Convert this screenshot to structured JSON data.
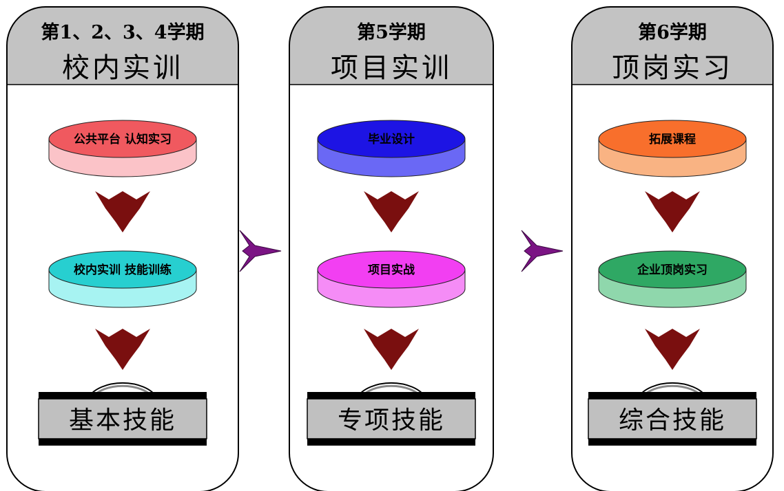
{
  "columns": [
    {
      "semester": "第1、2、3、4学期",
      "title": "校内实训",
      "stages": [
        {
          "label": "公共平台  认知实习",
          "top": "#f0595f",
          "side": "#fbc3c8"
        },
        {
          "label": "校内实训  技能训练",
          "top": "#27cfd0",
          "side": "#a7f3f2"
        }
      ],
      "skill": "基本技能"
    },
    {
      "semester": "第5学期",
      "title": "项目实训",
      "stages": [
        {
          "label": "毕业设计",
          "top": "#1d14e4",
          "side": "#6a68f5"
        },
        {
          "label": "项目实战",
          "top": "#f23ff2",
          "side": "#f58cf6"
        }
      ],
      "skill": "专项技能"
    },
    {
      "semester": "第6学期",
      "title": "顶岗实习",
      "stages": [
        {
          "label": "拓展课程",
          "top": "#f86f2c",
          "side": "#f9b383"
        },
        {
          "label": "企业顶岗实习",
          "top": "#2fa864",
          "side": "#8fd7ac"
        }
      ],
      "skill": "综合技能"
    }
  ],
  "colors": {
    "header_fill": "#c3c3c3",
    "down_arrow": "#7a0f0f",
    "flow_arrow": "#7b1484",
    "skill_box": "#c0c0c0",
    "skill_bar": "#000000"
  }
}
